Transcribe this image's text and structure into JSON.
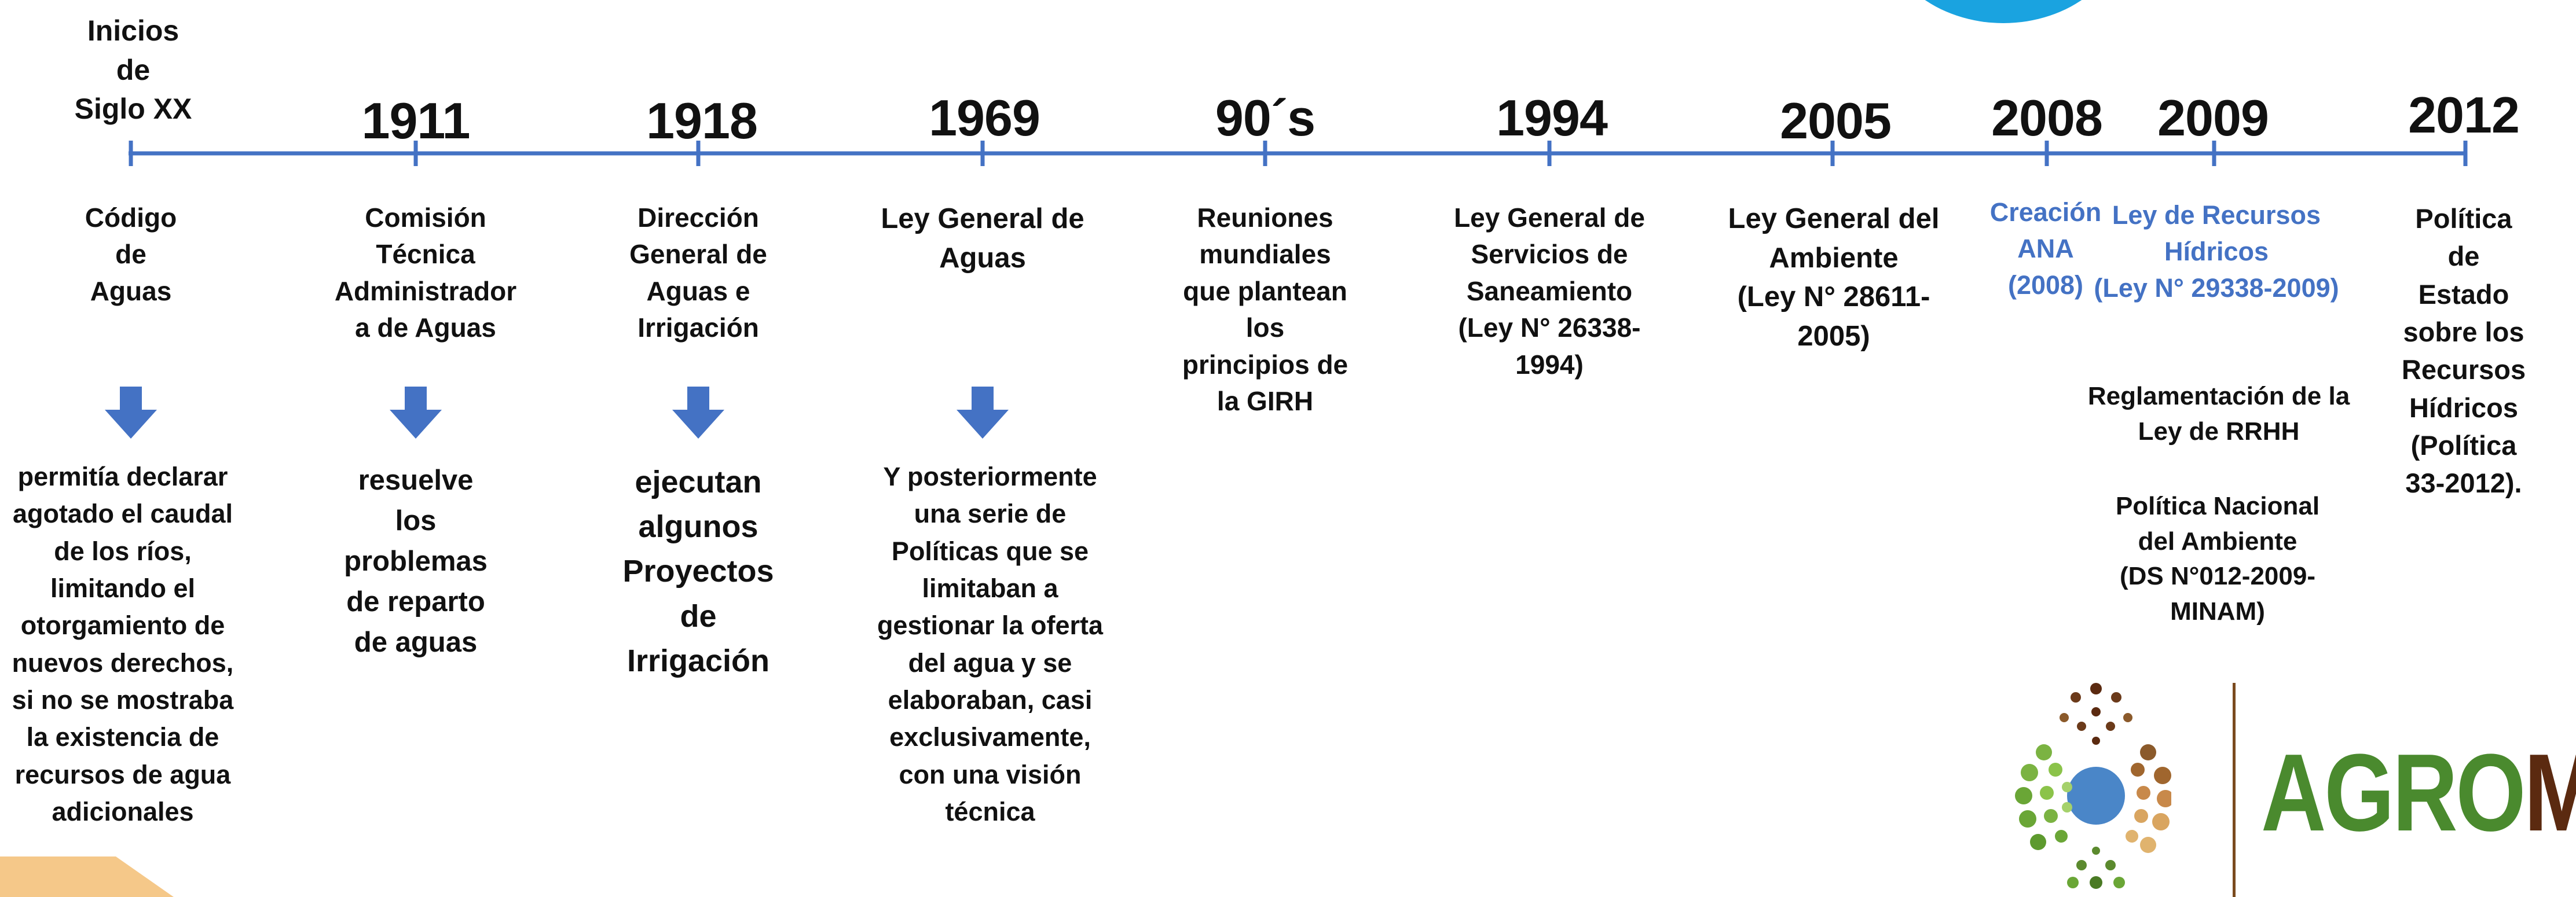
{
  "colors": {
    "timeline": "#4472c4",
    "highlight": "#4472c4",
    "top_circle": "#1aa3e0",
    "logo_text": "#4a8a2e",
    "logo_accent": "#5b2a10",
    "corner_shape": "#f5c889"
  },
  "timeline": {
    "start": {
      "label": "Inicios\nde\nSiglo XX",
      "event": "Código\nde\nAguas",
      "description": "permitía declarar\nagotado el caudal\nde los ríos,\nlimitando el\notorgamiento de\nnuevos derechos,\nsi no se mostraba\nla existencia de\nrecursos de agua\nadicionales"
    },
    "y1911": {
      "year": "1911",
      "event": "Comisión\nTécnica\nAdministrador\na de Aguas",
      "description": "resuelve\nlos\nproblemas\nde reparto\nde aguas"
    },
    "y1918": {
      "year": "1918",
      "event": "Dirección\nGeneral de\nAguas e\nIrrigación",
      "description": "ejecutan\nalgunos\nProyectos\nde\nIrrigación"
    },
    "y1969": {
      "year": "1969",
      "event": "Ley General de\nAguas",
      "description": "Y posteriormente\nuna serie de\nPolíticas que se\nlimitaban a\ngestionar la oferta\ndel agua y se\nelaboraban, casi\nexclusivamente,\ncon una visión\ntécnica"
    },
    "y90s": {
      "year": "90´s",
      "event": "Reuniones\nmundiales\nque plantean\nlos\nprincipios de\nla GIRH"
    },
    "y1994": {
      "year": "1994",
      "event": "Ley General de\nServicios de\nSaneamiento\n(Ley N° 26338-\n1994)"
    },
    "y2005": {
      "year": "2005",
      "event": "Ley General del\nAmbiente\n(Ley N° 28611-\n2005)"
    },
    "y2008": {
      "year": "2008",
      "event": "Creación\nANA\n(2008)"
    },
    "y2009": {
      "year": "2009",
      "event": "Ley de Recursos\nHídricos\n(Ley N° 29338-2009)",
      "extra1": "Reglamentación de la\nLey de RRHH",
      "extra2": "Política Nacional\ndel Ambiente\n(DS N°012-2009-\nMINAM)"
    },
    "y2012": {
      "year": "2012",
      "event": "Política de\nEstado sobre los\nRecursos\nHídricos\n(Política 33-2012)."
    }
  },
  "logo": {
    "text_green": "AGRO",
    "text_brown": "MIN"
  }
}
